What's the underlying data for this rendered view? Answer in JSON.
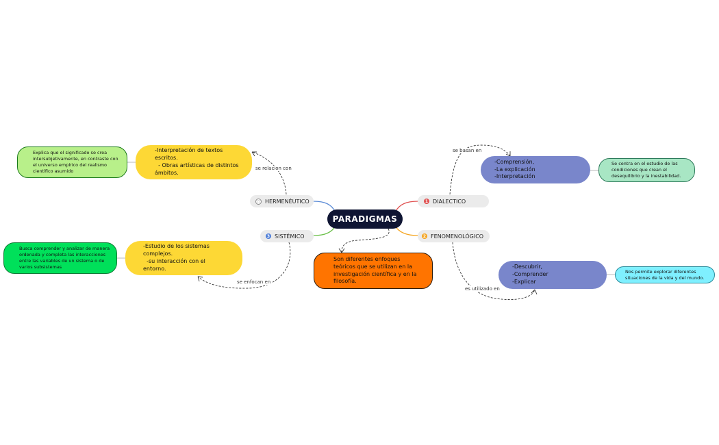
{
  "central": {
    "title": "PARADIGMAS"
  },
  "branches": {
    "hermeneutico": {
      "marker": "○",
      "label": "HERMENÉUTICO"
    },
    "dialectico": {
      "marker": "1",
      "label": "DIALECTICO"
    },
    "sistemico": {
      "marker": "3",
      "label": "SISTÉMICO"
    },
    "fenomenologico": {
      "marker": "2",
      "label": "FENOMENOLÓGICO"
    }
  },
  "nodes": {
    "hermeneutico_detail": "-Interpretación de textos\nescritos.\n  - Obras artísticas de distintos\námbitos.",
    "hermeneutico_note": "Explica que el significado se crea intersubjetivamente, en contraste con el universo empírico del realismo científico asumido",
    "dialectico_detail": "-Comprensión,\n-La explicación\n-Interpretación",
    "dialectico_note": "Se centra en el estudio de las condiciones que crean el desequilibrio y la inestabilidad.",
    "sistemico_detail": "-Estudio de los sistemas\ncomplejos.\n  -su interacción con el\nentorno.",
    "sistemico_note": "Busca comprender y analizar de manera ordenada y completa las interacciones entre las variables de un sistema o de varios subsistemas",
    "fenomenologico_detail": "-Descubrir,\n-Comprender\n-Explicar",
    "fenomenologico_note": "Nos permite explorar diferentes situaciones de la vida y del mundo.",
    "definition": "Son diferentes enfoques\nteóricos que se utilizan en la\ninvestigación científica y en la\nfilosofía."
  },
  "relations": {
    "hermeneutico": "se relacion con",
    "dialectico": "se basan en",
    "sistemico": "se enfocan en",
    "fenomenologico": "es utilizado en"
  },
  "colors": {
    "central": "#0f1533",
    "branch_bg": "#ebebeb",
    "yellow": "#fdd835",
    "purple": "#7986cb",
    "orange": "#ff7400",
    "light_green": "#b8f08a",
    "mint": "#a8e6c4",
    "green": "#00e05a",
    "cyan": "#7ff0ff",
    "line_blue": "#5b8bd6",
    "line_red": "#e05050",
    "line_green": "#6cc04a",
    "line_orange": "#f5a623"
  }
}
